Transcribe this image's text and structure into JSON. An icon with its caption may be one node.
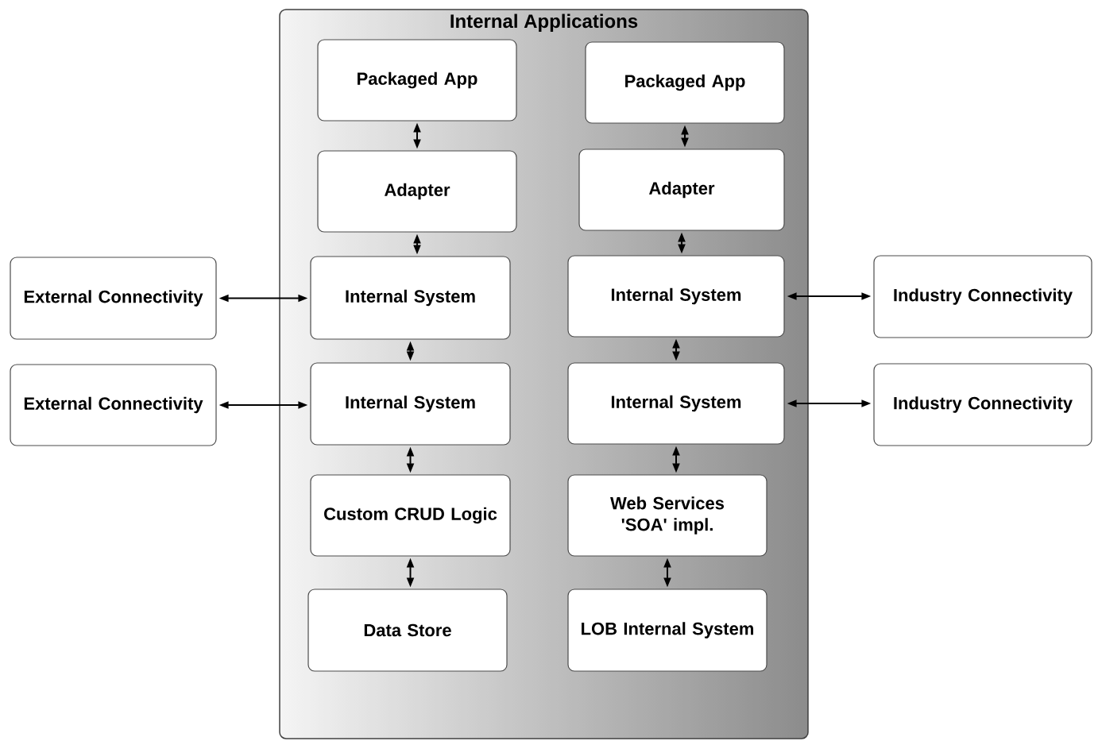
{
  "diagram": {
    "nodes": [
      {
        "text": [
          "Internal Applications"
        ]
      },
      {
        "text": [
          "Packaged App"
        ],
        "in": 0
      },
      {
        "text": [
          "Adapter"
        ],
        "in": 0
      },
      {
        "text": [
          "Internal System"
        ],
        "in": 0
      },
      {
        "text": [
          "Internal System"
        ],
        "in": 0
      },
      {
        "text": [
          "Custom CRUD Logic"
        ],
        "in": 0
      },
      {
        "text": [
          "Data Store"
        ],
        "in": 0
      },
      {
        "text": [
          "Packaged App"
        ],
        "in": 0
      },
      {
        "text": [
          "Adapter"
        ],
        "in": 0
      },
      {
        "text": [
          "Internal System"
        ],
        "in": 0
      },
      {
        "text": [
          "Internal System"
        ],
        "in": 0
      },
      {
        "text": [
          "Web Services 'SOA' impl."
        ],
        "in": 0
      },
      {
        "text": [
          "LOB Internal System"
        ],
        "in": 0
      },
      {
        "text": [
          "External Connectivity"
        ]
      },
      {
        "text": [
          "External Connectivity"
        ]
      },
      {
        "text": [
          "Industry Connectivity"
        ]
      },
      {
        "text": [
          "Industry Connectivity"
        ]
      }
    ],
    "edges": [
      {
        "from": 1,
        "to": 2,
        "arrow": "both"
      },
      {
        "from": 2,
        "to": 3,
        "arrow": "both"
      },
      {
        "from": 3,
        "to": 4,
        "arrow": "both"
      },
      {
        "from": 4,
        "to": 5,
        "arrow": "both"
      },
      {
        "from": 5,
        "to": 6,
        "arrow": "both"
      },
      {
        "from": 7,
        "to": 8,
        "arrow": "both"
      },
      {
        "from": 8,
        "to": 9,
        "arrow": "both"
      },
      {
        "from": 9,
        "to": 10,
        "arrow": "both"
      },
      {
        "from": 10,
        "to": 11,
        "arrow": "both"
      },
      {
        "from": 11,
        "to": 12,
        "arrow": "both"
      },
      {
        "from": 13,
        "to": 3,
        "arrow": "both"
      },
      {
        "from": 14,
        "to": 4,
        "arrow": "both"
      },
      {
        "from": 9,
        "to": 15,
        "arrow": "both"
      },
      {
        "from": 10,
        "to": 16,
        "arrow": "both"
      }
    ]
  }
}
